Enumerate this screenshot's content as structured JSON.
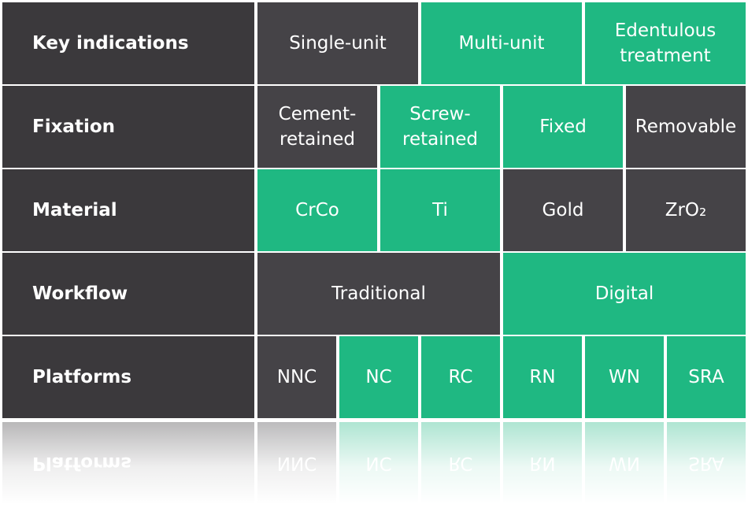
{
  "colors": {
    "dark": "#3b393c",
    "dark_option": "#454347",
    "green": "#1fb882",
    "text": "#ffffff"
  },
  "rows": [
    {
      "label": "Key indications",
      "cells": [
        {
          "text": "Single-unit",
          "style": "dark"
        },
        {
          "text": "Multi-unit",
          "style": "green"
        },
        {
          "text": "Edentulous\ntreatment",
          "style": "green"
        }
      ]
    },
    {
      "label": "Fixation",
      "cells": [
        {
          "text": "Cement-\nretained",
          "style": "dark"
        },
        {
          "text": "Screw-\nretained",
          "style": "green"
        },
        {
          "text": "Fixed",
          "style": "green"
        },
        {
          "text": "Removable",
          "style": "dark"
        }
      ]
    },
    {
      "label": "Material",
      "cells": [
        {
          "text": "CrCo",
          "style": "green"
        },
        {
          "text": "Ti",
          "style": "green"
        },
        {
          "text": "Gold",
          "style": "dark"
        },
        {
          "text": "ZrO₂",
          "style": "dark"
        }
      ]
    },
    {
      "label": "Workflow",
      "cells": [
        {
          "text": "Traditional",
          "style": "dark"
        },
        {
          "text": "Digital",
          "style": "green"
        }
      ]
    },
    {
      "label": "Platforms",
      "cells": [
        {
          "text": "NNC",
          "style": "dark"
        },
        {
          "text": "NC",
          "style": "green"
        },
        {
          "text": "RC",
          "style": "green"
        },
        {
          "text": "RN",
          "style": "green"
        },
        {
          "text": "WN",
          "style": "green"
        },
        {
          "text": "SRA",
          "style": "green"
        }
      ]
    }
  ]
}
